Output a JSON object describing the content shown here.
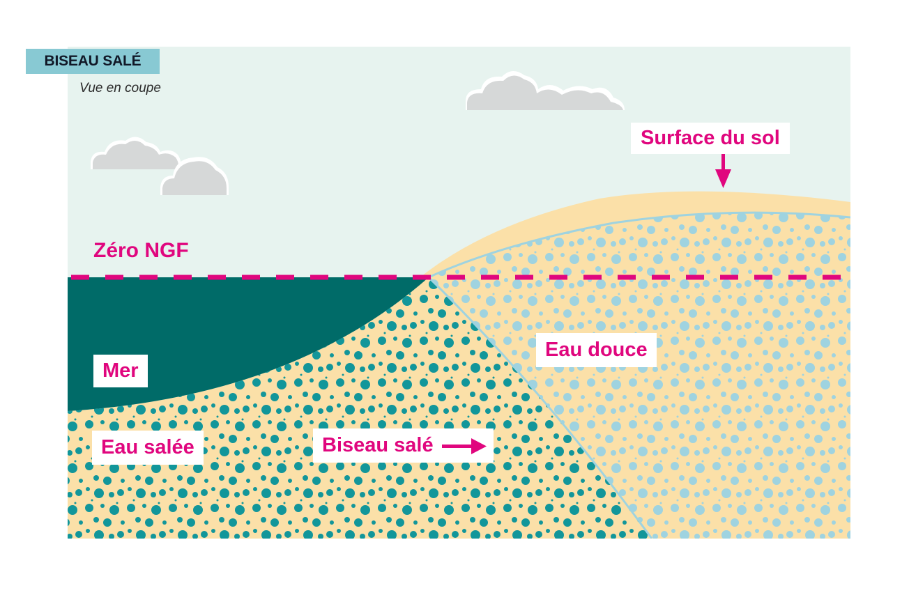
{
  "header": {
    "title": "BISEAU SALÉ",
    "subtitle": "Vue en coupe"
  },
  "labels": {
    "surface": "Surface du sol",
    "zero_ngf": "Zéro NGF",
    "sea": "Mer",
    "fresh_water": "Eau douce",
    "salt_water": "Eau salée",
    "saline_wedge": "Biseau salé"
  },
  "icons": {
    "surface_arrow": "arrow-down-icon",
    "wedge_arrow": "arrow-right-icon",
    "clouds": "cloud-icon"
  },
  "colors": {
    "sky": "#e7f3ef",
    "title_bg": "#88c9d3",
    "sea": "#006b68",
    "sand": "#fbe0a8",
    "salt_dots": "#12969a",
    "fresh_dots": "#9fd3e0",
    "accent": "#e0067e",
    "cloud": "#d6d8d8"
  }
}
